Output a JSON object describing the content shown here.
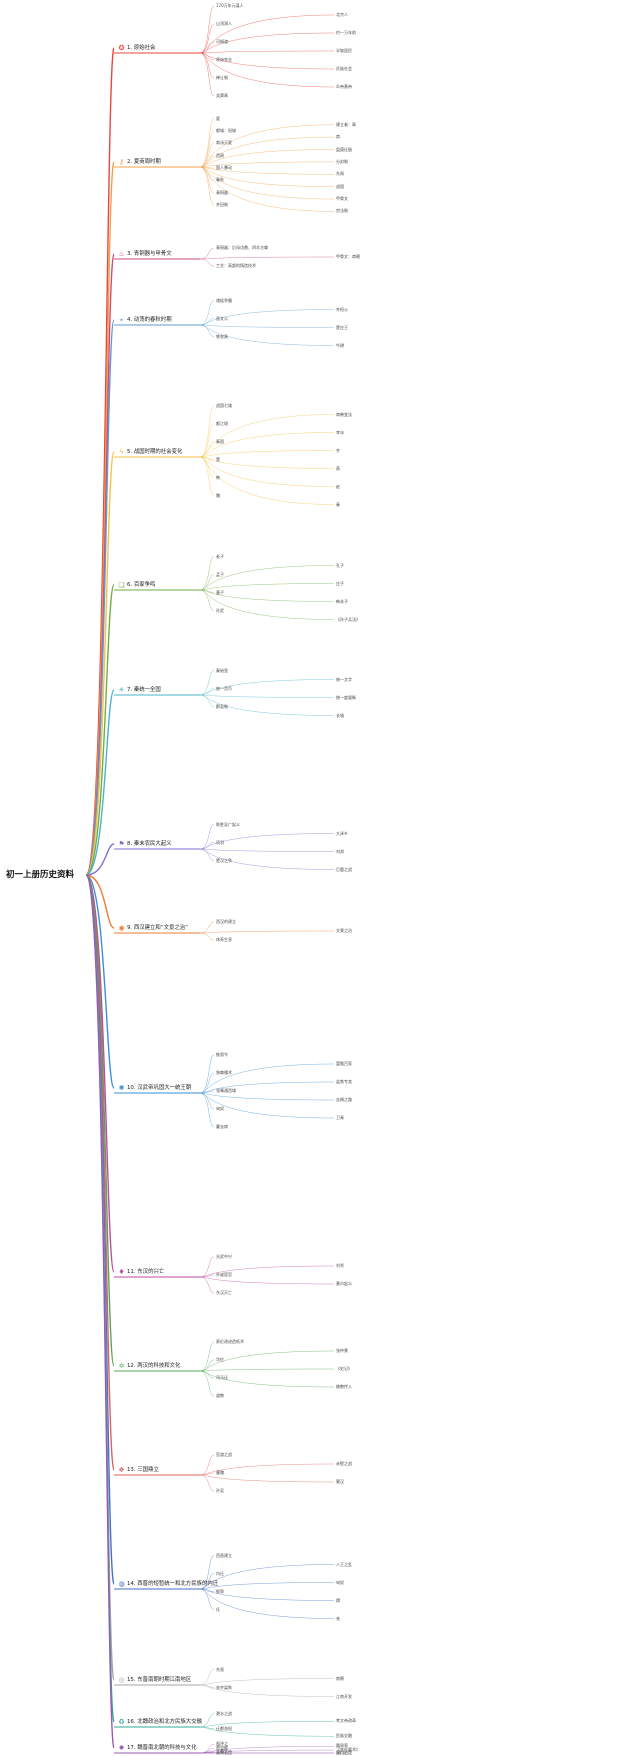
{
  "title": "初一上册历史资料",
  "colors": {
    "c1": "#e8463c",
    "c2": "#f0a14a",
    "c3": "#d04a7c",
    "c4": "#5b9bd5",
    "c5": "#f5c242",
    "c6": "#70ad47",
    "c7": "#4bb3c9",
    "c8": "#7f6fd1",
    "c9": "#ed7d31",
    "c10": "#3a8fd9",
    "c11": "#c04b9b",
    "c12": "#54a55a",
    "c13": "#e05f5f",
    "c14": "#4472c4",
    "c15": "#a5a5a5",
    "c16": "#2fa89a",
    "c17": "#9b59b6"
  },
  "branches": [
    {
      "label": "1. 原始社会",
      "icon": "star-icon",
      "glyph": "✪",
      "color": "#e8463c",
      "leaves": [
        "170万年元谋人",
        "北京人",
        "山顶洞人",
        "约一万年前",
        "河姆渡",
        "半坡居民",
        "原始农业",
        "氏族社会",
        "禅让制",
        "炎帝黄帝",
        "尧舜禹"
      ]
    },
    {
      "label": "2. 夏商周时期",
      "icon": "key-icon",
      "glyph": "⚷",
      "color": "#f0a14a",
      "leaves": [
        "夏",
        "建立者：禹",
        "都城：阳城",
        "商",
        "商汤灭夏",
        "盘庚迁殷",
        "西周",
        "分封制",
        "国人暴动",
        "东周",
        "春秋",
        "战国",
        "青铜器",
        "甲骨文",
        "井田制",
        "宗法制"
      ]
    },
    {
      "label": "3. 青铜器与甲骨文",
      "icon": "fire-icon",
      "glyph": "♨",
      "color": "#d04a7c",
      "leaves": [
        "青铜器：后母戊鼎、四羊方尊",
        "甲骨文：商朝",
        "工艺：高超的铸造技术"
      ]
    },
    {
      "label": "4. 动荡的春秋时期",
      "icon": "pin-icon",
      "glyph": "⌖",
      "color": "#5b9bd5",
      "leaves": [
        "诸侯争霸",
        "齐桓公",
        "晋文公",
        "楚庄王",
        "铁农具",
        "牛耕"
      ]
    },
    {
      "label": "5. 战国时期的社会变化",
      "icon": "bolt-icon",
      "glyph": "ϟ",
      "color": "#f5c242",
      "leaves": [
        "战国七雄",
        "商鞅变法",
        "都江堰",
        "李冰",
        "秦国",
        "齐",
        "楚",
        "燕",
        "韩",
        "赵",
        "魏",
        "秦"
      ]
    },
    {
      "label": "6. 百家争鸣",
      "icon": "doc-icon",
      "glyph": "❏",
      "color": "#70ad47",
      "leaves": [
        "老子",
        "孔子",
        "孟子",
        "庄子",
        "墨子",
        "韩非子",
        "孙武",
        "《孙子兵法》"
      ]
    },
    {
      "label": "7. 秦统一全国",
      "icon": "sun-icon",
      "glyph": "☀",
      "color": "#4bb3c9",
      "leaves": [
        "秦始皇",
        "统一文字",
        "统一货币",
        "统一度量衡",
        "郡县制",
        "长城"
      ]
    },
    {
      "label": "8. 秦末农民大起义",
      "icon": "flag-icon",
      "glyph": "⚑",
      "color": "#7f6fd1",
      "leaves": [
        "陈胜吴广起义",
        "大泽乡",
        "项羽",
        "刘邦",
        "楚汉之争",
        "巨鹿之战"
      ]
    },
    {
      "label": "9. 西汉建立和“文景之治”",
      "icon": "circle-icon",
      "glyph": "◉",
      "color": "#ed7d31",
      "leaves": [
        "西汉的建立",
        "文景之治",
        "休养生息"
      ]
    },
    {
      "label": "10. 汉武帝巩固大一统王朝",
      "icon": "gear-icon",
      "glyph": "✺",
      "color": "#3a8fd9",
      "leaves": [
        "推恩令",
        "罢黜百家",
        "独尊儒术",
        "盐铁专卖",
        "张骞通西域",
        "丝绸之路",
        "匈奴",
        "卫青",
        "霍去病"
      ]
    },
    {
      "label": "11. 东汉的兴亡",
      "icon": "flame-icon",
      "glyph": "♦",
      "color": "#c04b9b",
      "leaves": [
        "光武中兴",
        "刘秀",
        "外戚宦官",
        "黄巾起义",
        "东汉灭亡"
      ]
    },
    {
      "label": "12. 两汉的科技和文化",
      "icon": "star-icon",
      "glyph": "✡",
      "color": "#54a55a",
      "leaves": [
        "蔡伦改进造纸术",
        "张仲景",
        "华佗",
        "《史记》",
        "司马迁",
        "佛教传入",
        "道教"
      ]
    },
    {
      "label": "13. 三国鼎立",
      "icon": "gem-icon",
      "glyph": "❖",
      "color": "#e05f5f",
      "leaves": [
        "官渡之战",
        "赤壁之战",
        "曹魏",
        "蜀汉",
        "孙吴"
      ]
    },
    {
      "label": "14. 西晋的短暂统一和北方民族的内迁",
      "icon": "globe-icon",
      "glyph": "◍",
      "color": "#4472c4",
      "leaves": [
        "西晋建立",
        "八王之乱",
        "内迁",
        "匈奴",
        "鲜卑",
        "羯",
        "氐",
        "羌"
      ]
    },
    {
      "label": "15. 东晋南朝时期江南地区",
      "icon": "eye-icon",
      "glyph": "◎",
      "color": "#a5a5a5",
      "leaves": [
        "东晋",
        "南朝",
        "宋齐梁陈",
        "江南开发"
      ]
    },
    {
      "label": "16. 北魏政治和北方民族大交融",
      "icon": "recycle-icon",
      "glyph": "♻",
      "color": "#2fa89a",
      "leaves": [
        "淝水之战",
        "孝文帝改革",
        "迁都洛阳",
        "民族交融"
      ]
    },
    {
      "label": "17. 魏晋南北朝的科技与文化",
      "icon": "sun-icon",
      "glyph": "✹",
      "color": "#9b59b6",
      "leaves": [
        "祖冲之",
        "圆周率",
        "贾思勰",
        "《齐民要术》",
        "王羲之",
        "顾恺之",
        "云冈石窟",
        "龙门石窟"
      ]
    }
  ]
}
